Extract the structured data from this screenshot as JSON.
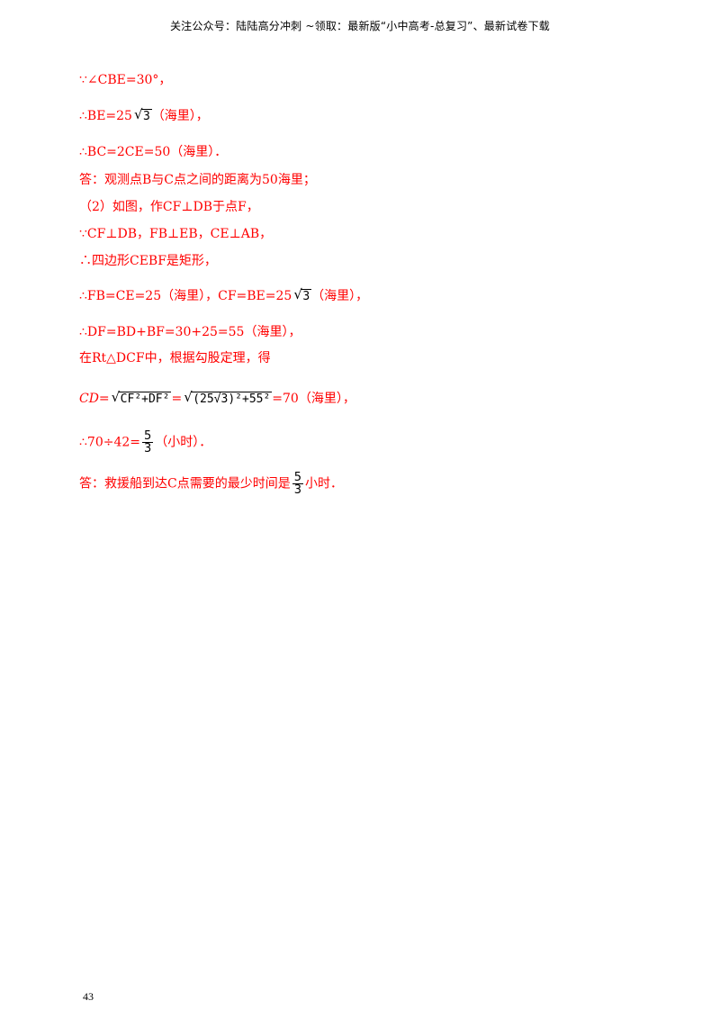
{
  "header": {
    "text": "关注公众号：陆陆高分冲刺  ~领取：最新版“小中高考-总复习”、最新试卷下载"
  },
  "lines": {
    "l1": "∵∠CBE=30°，",
    "l2_pre": "∴BE=25",
    "l2_rad": "3",
    "l2_post": "（海里），",
    "l3": "∴BC=2CE=50（海里）．",
    "l4": "答：观测点B与C点之间的距离为50海里；",
    "l5": "（2）如图，作CF⊥DB于点F，",
    "l6": "∵CF⊥DB，FB⊥EB，CE⊥AB，",
    "l7": "∴四边形CEBF是矩形，",
    "l8_pre": "∴FB=CE=25（海里），CF=BE=25",
    "l8_rad": "3",
    "l8_post": "（海里），",
    "l9": "∴DF=BD+BF=30+25=55（海里），",
    "l10": "在Rt△DCF中，根据勾股定理，得",
    "l11_pre": "CD=",
    "l11_rad1": "CF²+DF²",
    "l11_eq": "=",
    "l11_rad2": "(25√3)²+55²",
    "l11_post": "=70（海里），",
    "l12_pre": "∴70÷42=",
    "l12_num": "5",
    "l12_den": "3",
    "l12_post": "（小时）．",
    "l13_pre": "答：救援船到达C点需要的最少时间是",
    "l13_num": "5",
    "l13_den": "3",
    "l13_post": "小时．"
  },
  "page_number": "43"
}
